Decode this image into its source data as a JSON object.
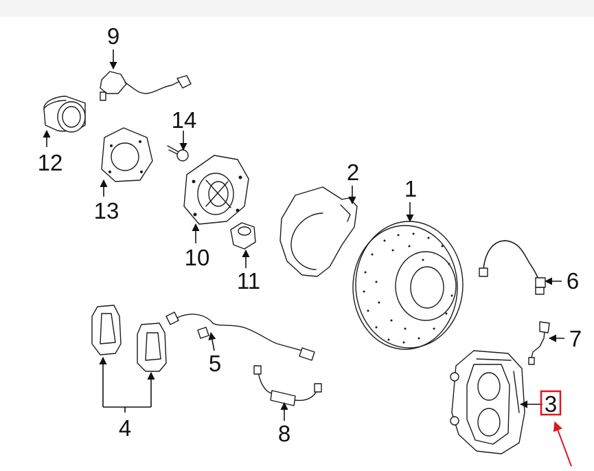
{
  "diagram": {
    "callouts": [
      {
        "id": "1",
        "label": "1"
      },
      {
        "id": "2",
        "label": "2"
      },
      {
        "id": "3",
        "label": "3"
      },
      {
        "id": "4",
        "label": "4"
      },
      {
        "id": "5",
        "label": "5"
      },
      {
        "id": "6",
        "label": "6"
      },
      {
        "id": "7",
        "label": "7"
      },
      {
        "id": "8",
        "label": "8"
      },
      {
        "id": "9",
        "label": "9"
      },
      {
        "id": "10",
        "label": "10"
      },
      {
        "id": "11",
        "label": "11"
      },
      {
        "id": "12",
        "label": "12"
      },
      {
        "id": "13",
        "label": "13"
      },
      {
        "id": "14",
        "label": "14"
      }
    ],
    "highlight": {
      "callout": "3",
      "box_color": "#e0161b",
      "arrow_color": "#e0161b"
    },
    "line_color": "#1a1a1a"
  }
}
